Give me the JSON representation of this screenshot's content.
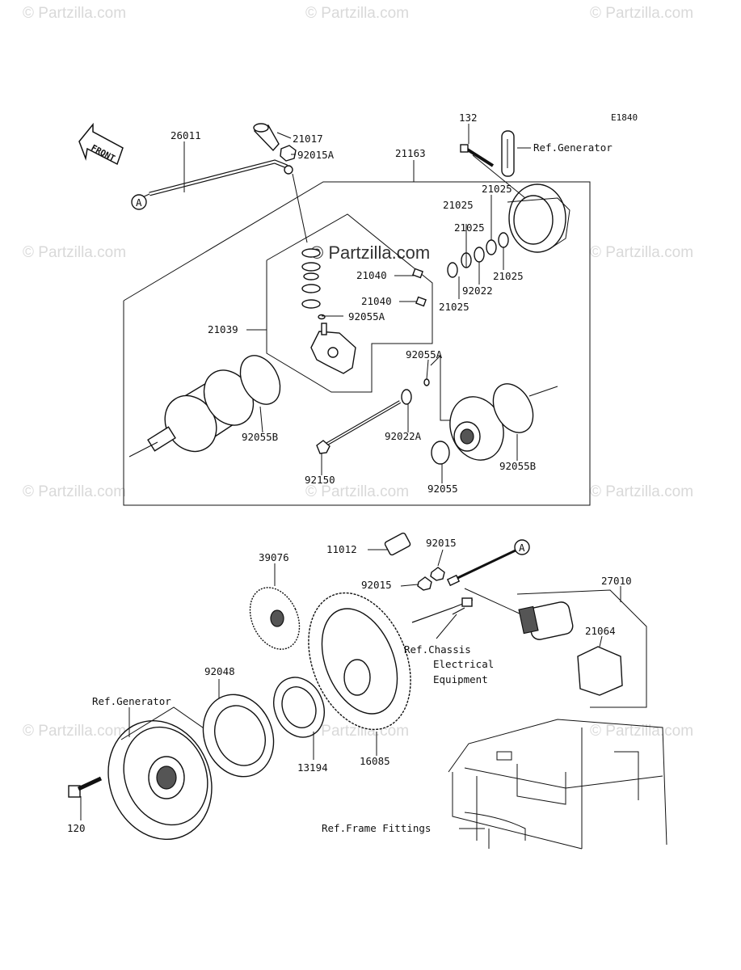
{
  "diagram": {
    "code": "E1840",
    "front_label": "FRONT",
    "connector_marker": "A"
  },
  "watermarks": {
    "text": "© Partzilla.com",
    "center_text": "© Partzilla.com"
  },
  "part_labels": {
    "p26011": "26011",
    "p21017": "21017",
    "p92015A": "92015A",
    "p21163": "21163",
    "p132": "132",
    "p21025a": "21025",
    "p21025b": "21025",
    "p21025c": "21025",
    "p21025d": "21025",
    "p92022": "92022",
    "p21040a": "21040",
    "p21040b": "21040",
    "p21039": "21039",
    "p92055A_top": "92055A",
    "p92055A_mid": "92055A",
    "p92022A": "92022A",
    "p92055B_left": "92055B",
    "p92055B_right": "92055B",
    "p92150": "92150",
    "p92055": "92055",
    "p11012": "11012",
    "p92015a": "92015",
    "p92015b": "92015",
    "p27010": "27010",
    "p21064": "21064",
    "p39076": "39076",
    "p92048": "92048",
    "p13194": "13194",
    "p16085": "16085",
    "p120": "120"
  },
  "references": {
    "generator_top": "Ref.Generator",
    "generator_bottom": "Ref.Generator",
    "chassis_line1": "Ref.Chassis",
    "chassis_line2": "Electrical",
    "chassis_line3": "Equipment",
    "frame": "Ref.Frame Fittings"
  }
}
